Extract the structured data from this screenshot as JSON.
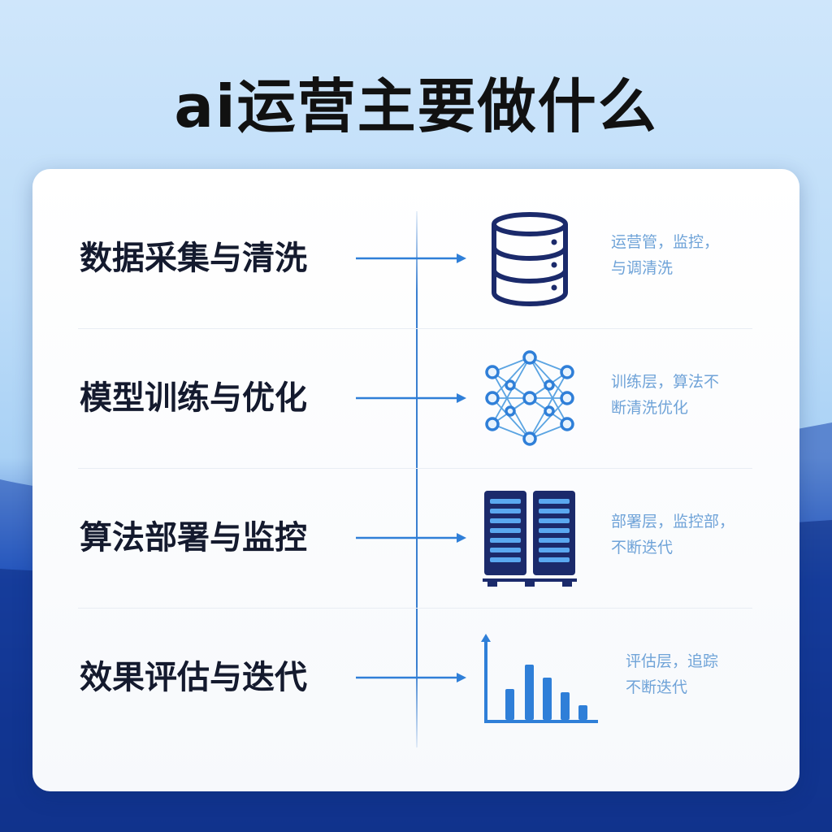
{
  "title": "ai运营主要做什么",
  "colors": {
    "accent": "#2f7fd8",
    "icon_dark": "#1b2a6b",
    "label": "#141a2e",
    "desc": "#6fa3d8"
  },
  "rows": [
    {
      "label": "数据采集与清洗",
      "icon": "database-icon",
      "desc": [
        "运营管，监控，",
        "与调清洗"
      ]
    },
    {
      "label": "模型训练与优化",
      "icon": "neural-network-icon",
      "desc": [
        "训练层，算法不",
        "断清洗优化"
      ]
    },
    {
      "label": "算法部署与监控",
      "icon": "server-icon",
      "desc": [
        "部署层，监控部，",
        "不断迭代"
      ]
    },
    {
      "label": "效果评估与迭代",
      "icon": "bar-chart-icon",
      "desc": [
        "评估层，追踪",
        "不断迭代"
      ]
    }
  ]
}
